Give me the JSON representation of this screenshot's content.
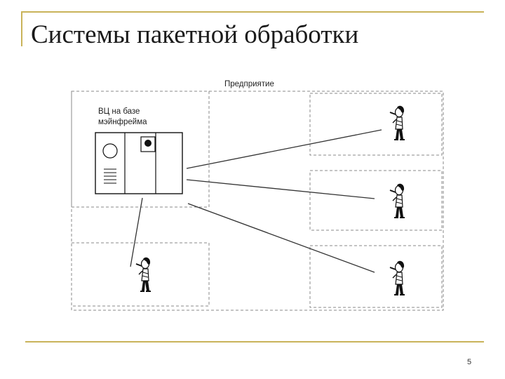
{
  "slide": {
    "title": "Системы пакетной обработки",
    "page_number": "5"
  },
  "diagram": {
    "enterprise_label": "Предприятие",
    "computing_center_label": [
      "ВЦ на базе",
      "мэйнфрейма"
    ],
    "users": [
      "user-top-right",
      "user-middle-right",
      "user-bottom-right",
      "user-bottom-left"
    ]
  },
  "colors": {
    "accent_rule": "#c9b35a",
    "text": "#1a1a1a",
    "diagram_line": "#333333",
    "dashed_border": "#8a8a8a"
  }
}
